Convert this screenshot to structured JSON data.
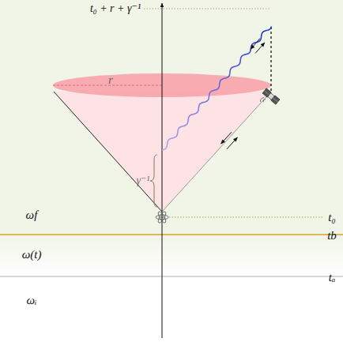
{
  "diagram": {
    "labels": [
      "t₀ + r + γ⁻¹",
      "r",
      "γ⁻¹",
      "ωf",
      "t₀",
      "tb",
      "ω(t)",
      "tₐ",
      "ωᵢ"
    ]
  }
}
